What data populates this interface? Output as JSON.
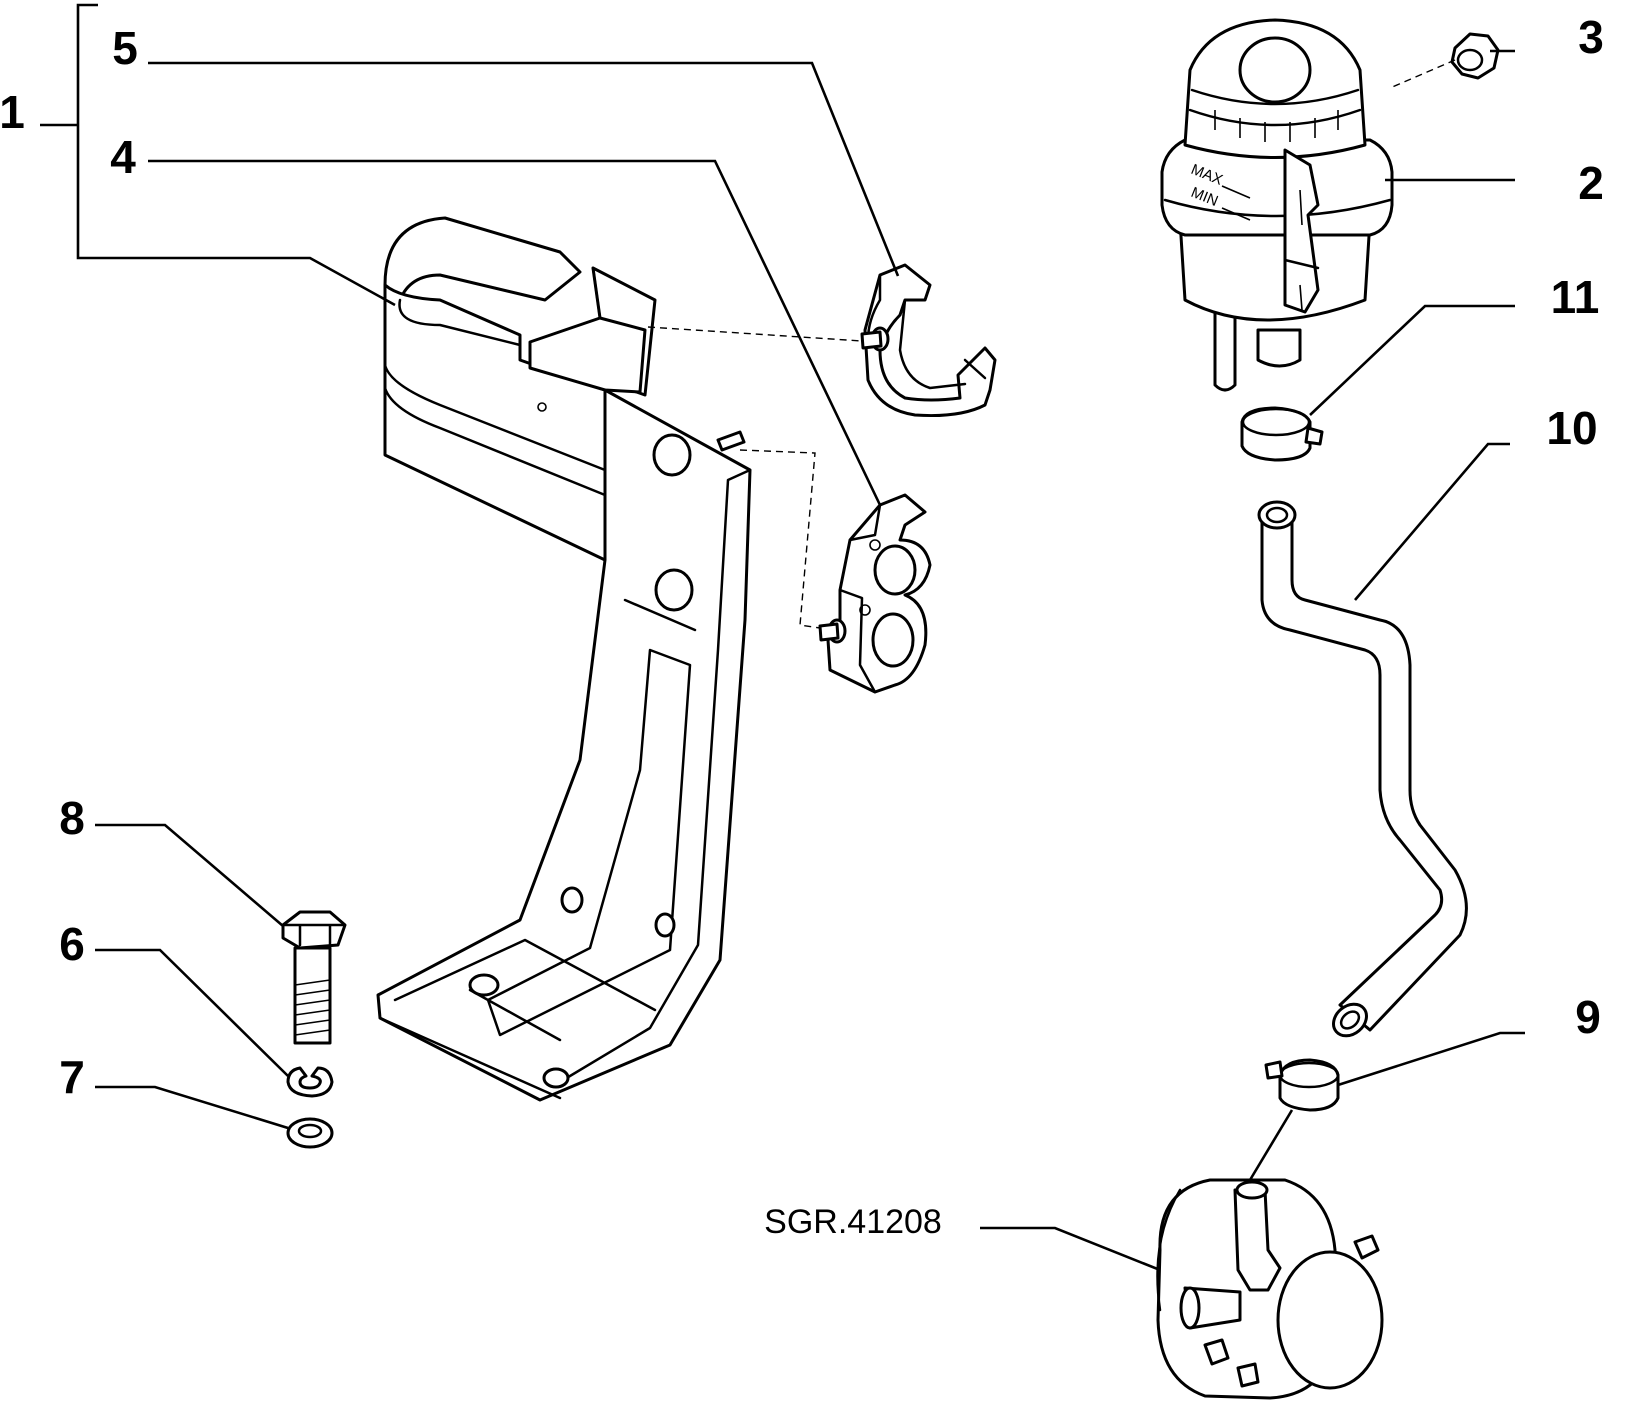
{
  "diagram": {
    "callouts": {
      "c1": "1",
      "c2": "2",
      "c3": "3",
      "c4": "4",
      "c5": "5",
      "c6": "6",
      "c7": "7",
      "c8": "8",
      "c9": "9",
      "c10": "10",
      "c11": "11"
    },
    "reference": "SGR.41208",
    "reservoir_marks": {
      "max": "MAX",
      "min": "MIN"
    }
  }
}
